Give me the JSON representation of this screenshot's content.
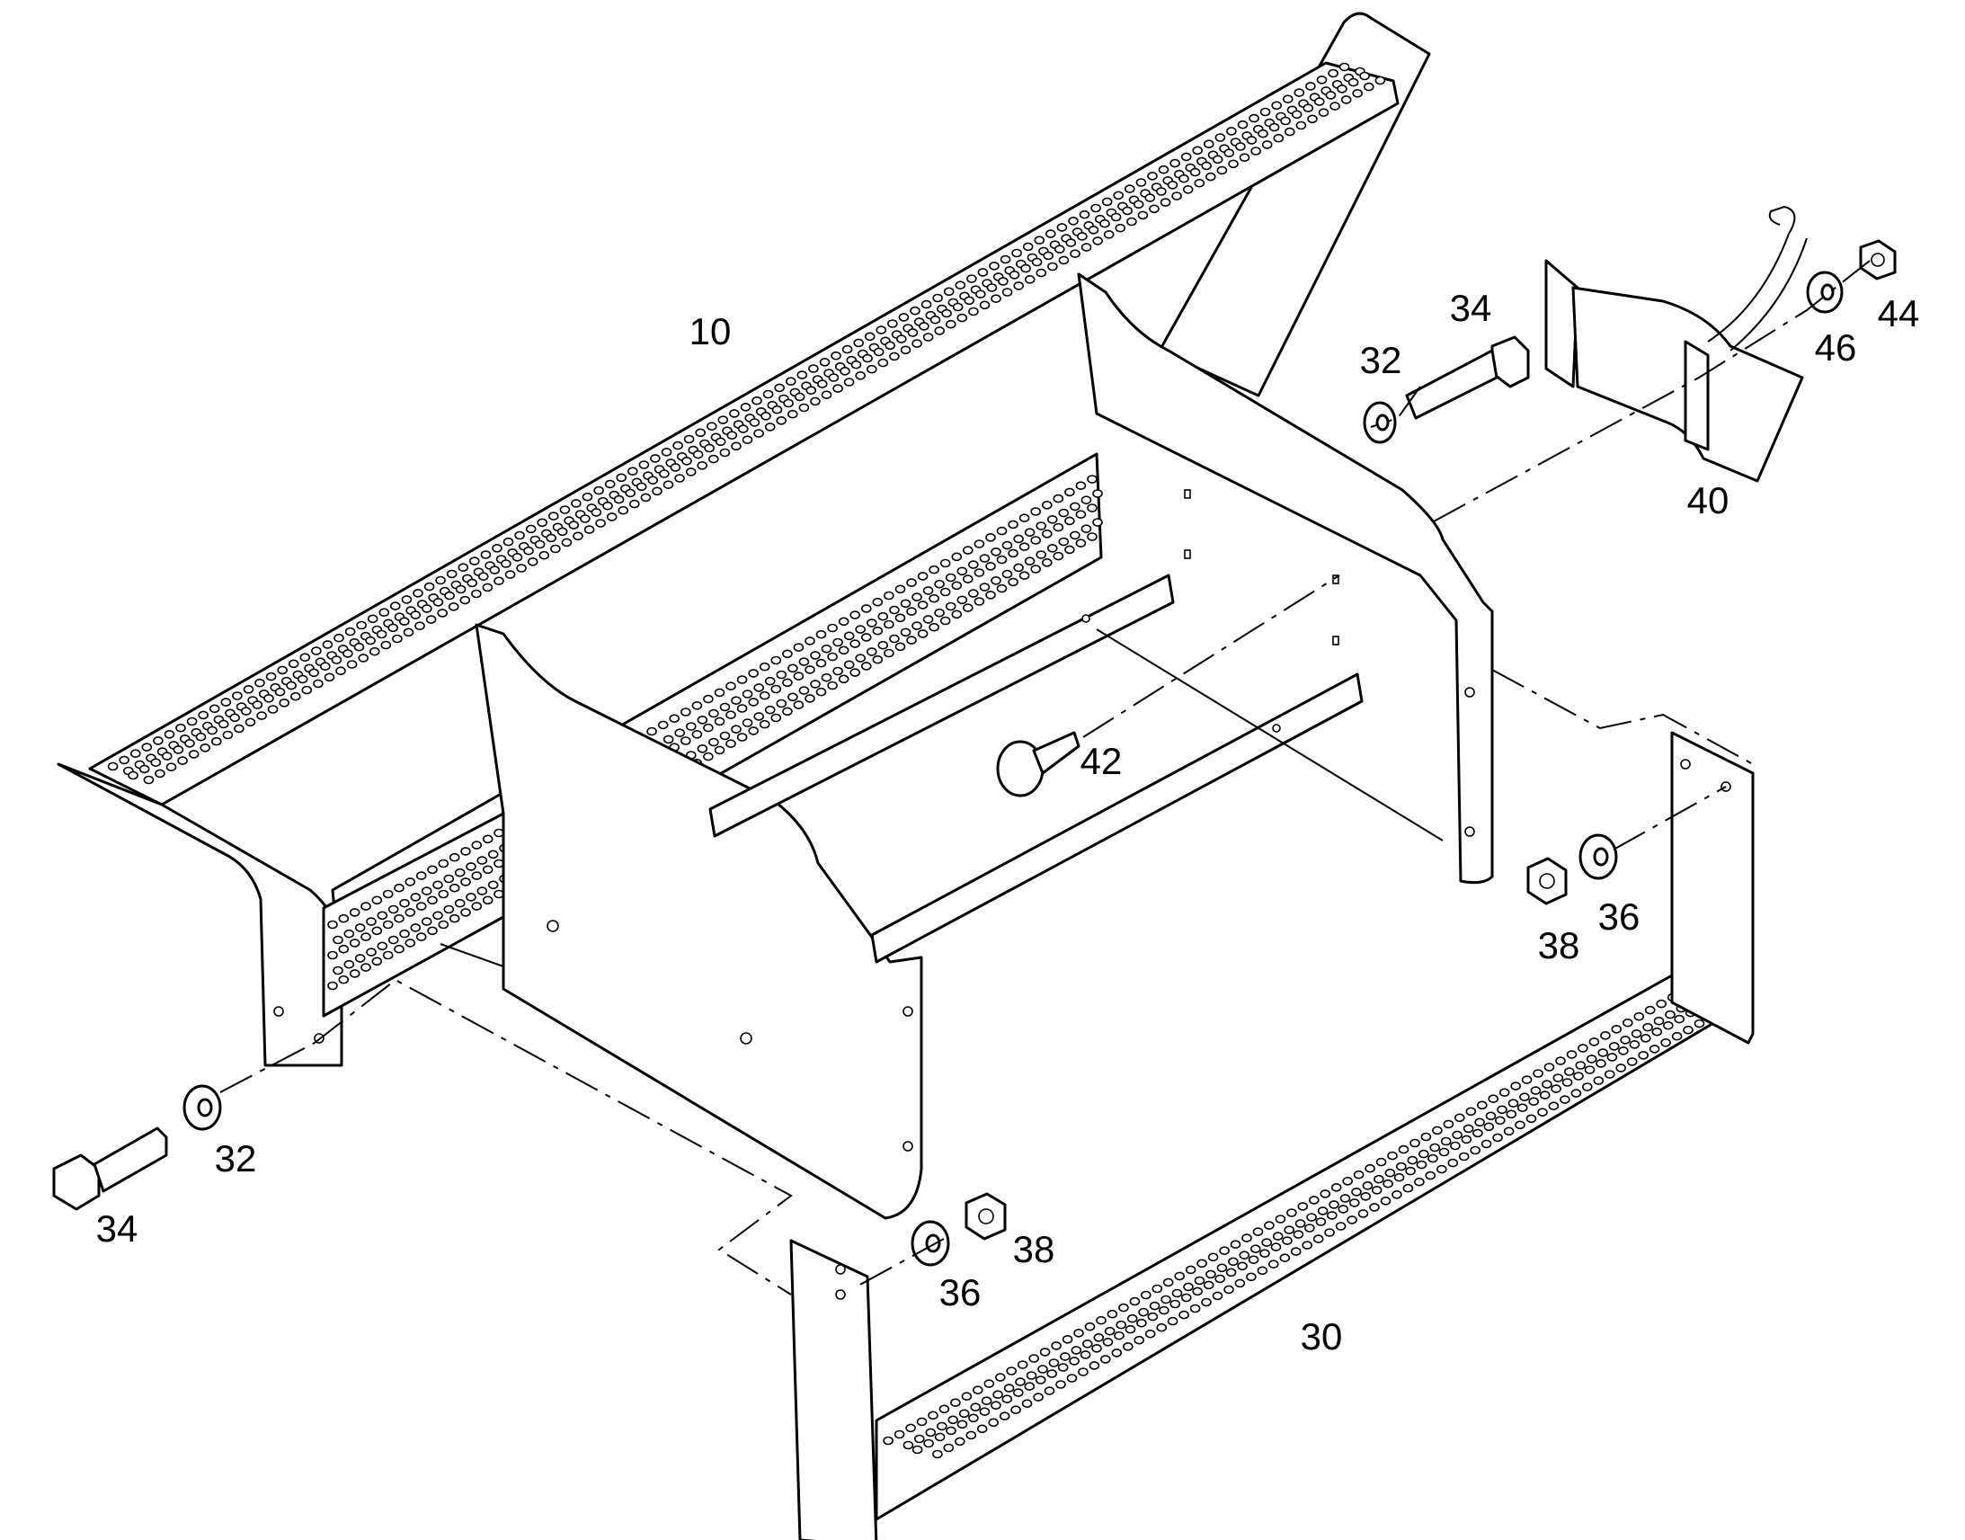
{
  "diagram": {
    "callouts": [
      {
        "id": "10",
        "text": "10"
      },
      {
        "id": "30",
        "text": "30"
      },
      {
        "id": "32a",
        "text": "32"
      },
      {
        "id": "32b",
        "text": "32"
      },
      {
        "id": "34a",
        "text": "34"
      },
      {
        "id": "34b",
        "text": "34"
      },
      {
        "id": "36a",
        "text": "36"
      },
      {
        "id": "36b",
        "text": "36"
      },
      {
        "id": "38a",
        "text": "38"
      },
      {
        "id": "38b",
        "text": "38"
      },
      {
        "id": "40",
        "text": "40"
      },
      {
        "id": "42",
        "text": "42"
      },
      {
        "id": "44",
        "text": "44"
      },
      {
        "id": "46",
        "text": "46"
      }
    ]
  }
}
